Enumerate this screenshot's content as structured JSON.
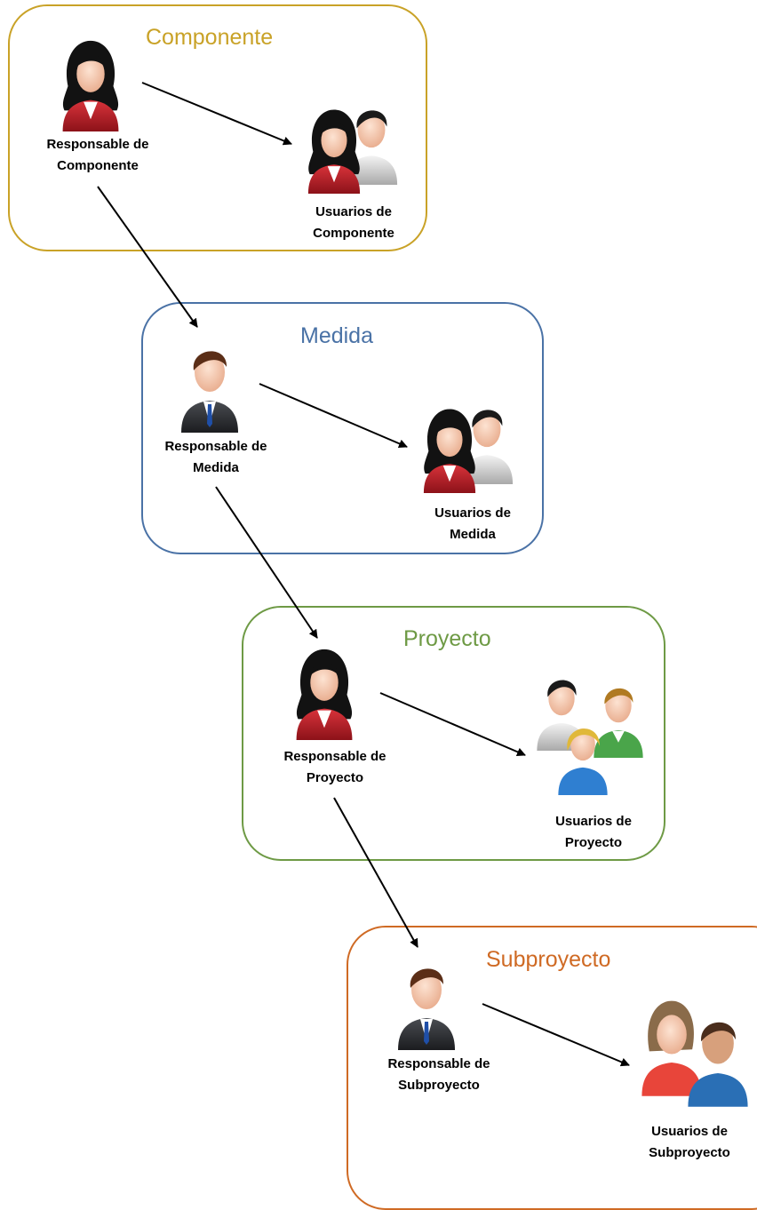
{
  "colors": {
    "componente": "#C9A227",
    "medida": "#4A72A6",
    "proyecto": "#6E9A45",
    "subproyecto": "#CF6A24"
  },
  "boxes": [
    {
      "title": "Componente",
      "responsible": {
        "line1": "Responsable de",
        "line2": "Componente",
        "icon": "woman-red-icon"
      },
      "users": {
        "line1": "Usuarios de",
        "line2": "Componente",
        "icon": "user-pair-icon"
      }
    },
    {
      "title": "Medida",
      "responsible": {
        "line1": "Responsable de",
        "line2": "Medida",
        "icon": "man-suit-icon"
      },
      "users": {
        "line1": "Usuarios de",
        "line2": "Medida",
        "icon": "user-pair-icon"
      }
    },
    {
      "title": "Proyecto",
      "responsible": {
        "line1": "Responsable de",
        "line2": "Proyecto",
        "icon": "woman-red-icon"
      },
      "users": {
        "line1": "Usuarios de",
        "line2": "Proyecto",
        "icon": "user-group-icon"
      }
    },
    {
      "title": "Subproyecto",
      "responsible": {
        "line1": "Responsable de",
        "line2": "Subproyecto",
        "icon": "man-suit-icon"
      },
      "users": {
        "line1": "Usuarios de",
        "line2": "Subproyecto",
        "icon": "user-pair-casual-icon"
      }
    }
  ]
}
